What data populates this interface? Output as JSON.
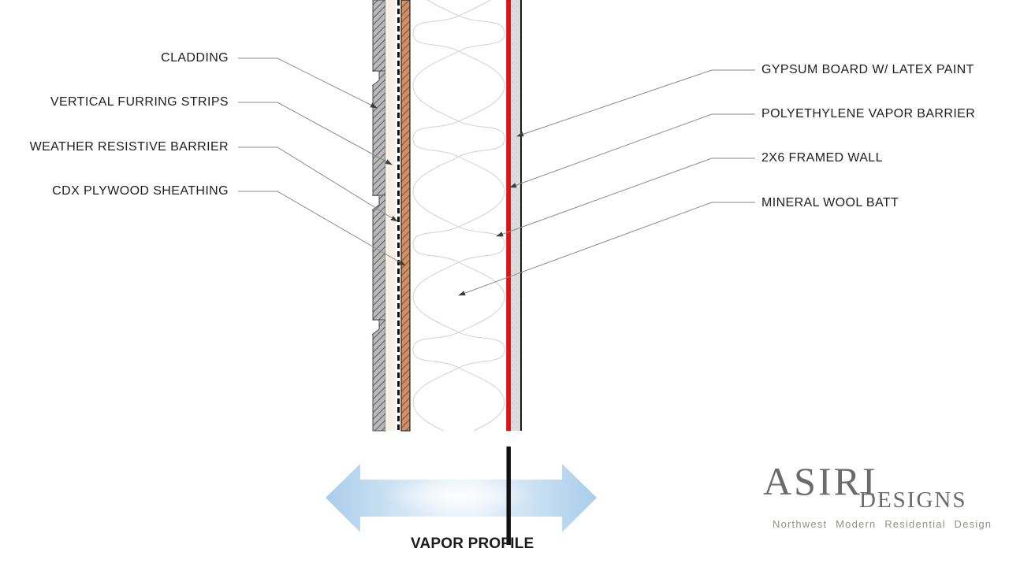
{
  "diagram": {
    "left_labels": [
      {
        "label": "CLADDING"
      },
      {
        "label": "VERTICAL FURRING STRIPS"
      },
      {
        "label": "WEATHER RESISTIVE BARRIER"
      },
      {
        "label": "CDX PLYWOOD SHEATHING"
      }
    ],
    "right_labels": [
      {
        "label": "GYPSUM BOARD W/ LATEX PAINT"
      },
      {
        "label": "POLYETHYLENE VAPOR BARRIER"
      },
      {
        "label": "2X6 FRAMED WALL"
      },
      {
        "label": "MINERAL WOOL BATT"
      }
    ],
    "vapor_profile_label": "VAPOR PROFILE"
  },
  "logo": {
    "name": "ASIRI",
    "suffix": "DESIGNS",
    "tagline": "Northwest Modern Residential Design"
  },
  "colors": {
    "red_vapor_barrier": "#e01212",
    "arrow_blue": "#a9cdea",
    "arrow_blue_light": "#eaf3fb",
    "cladding_gray": "#b9b9b9",
    "cladding_hatch": "#5f5f5f",
    "furring_cream": "#f8f0e7",
    "plywood_tan": "#cf9065",
    "plywood_hatch": "#8a573a",
    "insulation_line": "#d5d5d5",
    "gypsum_gray": "#dcdcdc",
    "leader_gray": "#8a8a8a",
    "text_dark": "#1e1e1e",
    "logo_gray": "#6b6b6b",
    "tagline_gray": "#96908a"
  }
}
